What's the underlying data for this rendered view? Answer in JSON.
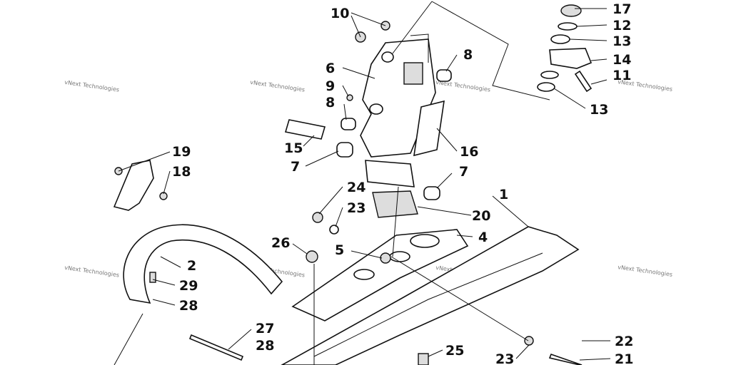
{
  "watermark": "vNext Technologies",
  "callouts": [
    "10",
    "17",
    "12",
    "8",
    "13",
    "6",
    "14",
    "9",
    "11",
    "8",
    "13",
    "19",
    "16",
    "15",
    "18",
    "7",
    "7",
    "24",
    "1",
    "23",
    "20",
    "4",
    "26",
    "5",
    "2",
    "29",
    "28",
    "27",
    "22",
    "28",
    "25",
    "23",
    "21"
  ]
}
